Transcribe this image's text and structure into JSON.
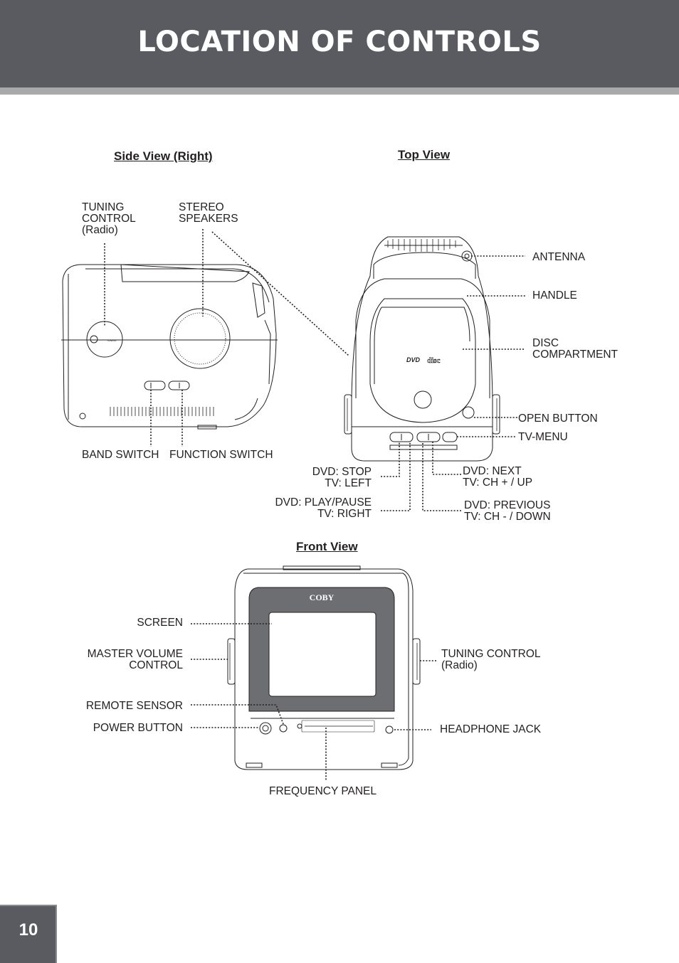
{
  "header": {
    "title": "LOCATION OF CONTROLS"
  },
  "sections": {
    "side": "Side View (Right)",
    "top": "Top View",
    "front": "Front View"
  },
  "side_view": {
    "tuning_control": "TUNING\nCONTROL\n(Radio)",
    "stereo_speakers": "STEREO\nSPEAKERS",
    "band_switch": "BAND SWITCH",
    "function_switch": "FUNCTION SWITCH",
    "device_tuning_text": "TUNING"
  },
  "top_view": {
    "antenna": "ANTENNA",
    "handle": "HANDLE",
    "disc_compartment": "DISC\nCOMPARTMENT",
    "open_button": "OPEN BUTTON",
    "tv_menu": "TV-MENU",
    "dvd_stop": "DVD: STOP\nTV: LEFT",
    "dvd_play": "DVD: PLAY/PAUSE\nTV: RIGHT",
    "dvd_next": "DVD: NEXT\nTV: CH + / UP",
    "dvd_previous": "DVD: PREVIOUS\nTV: CH - / DOWN",
    "dvd_logo": "DVD",
    "disc_logo": "disc"
  },
  "front_view": {
    "screen": "SCREEN",
    "master_volume": "MASTER VOLUME\nCONTROL",
    "remote_sensor": "REMOTE SENSOR",
    "power_button": "POWER BUTTON",
    "tuning_control": "TUNING CONTROL\n(Radio)",
    "headphone_jack": "HEADPHONE JACK",
    "frequency_panel": "FREQUENCY PANEL",
    "brand": "COBY"
  },
  "page_number": "10"
}
